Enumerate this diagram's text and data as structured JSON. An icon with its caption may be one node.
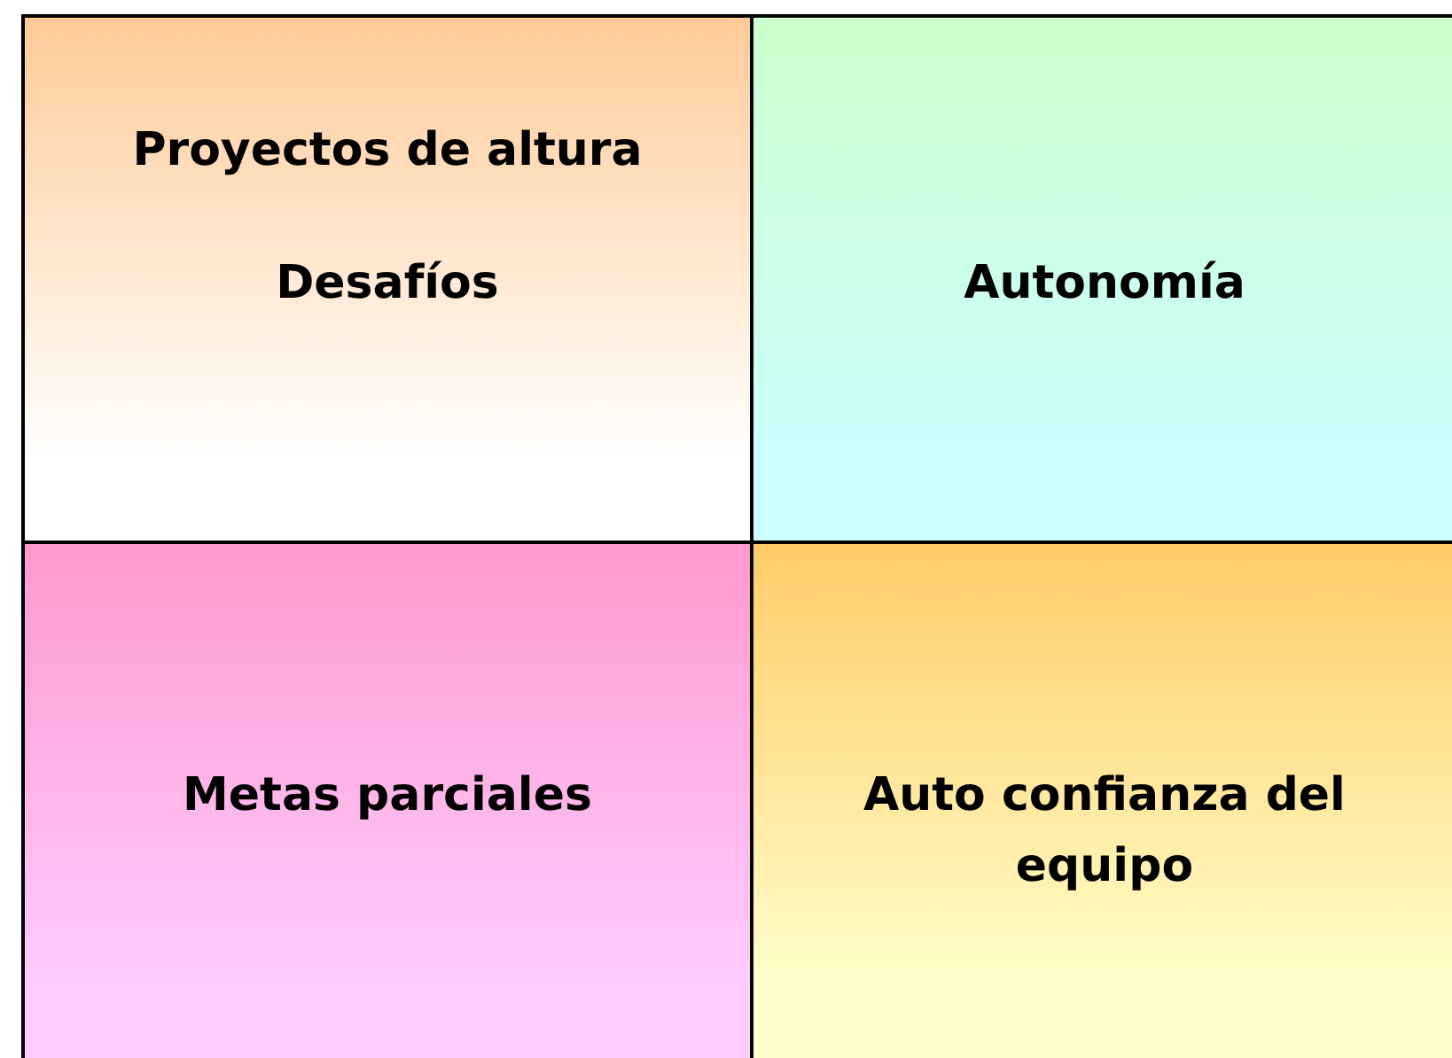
{
  "diagram": {
    "nodes": [
      {
        "text": [
          "Proyectos de altura",
          "Desafíos"
        ]
      },
      {
        "text": [
          "Autonomía"
        ]
      },
      {
        "text": [
          "Metas parciales"
        ]
      },
      {
        "text": [
          "Auto confianza del equipo"
        ]
      }
    ]
  }
}
